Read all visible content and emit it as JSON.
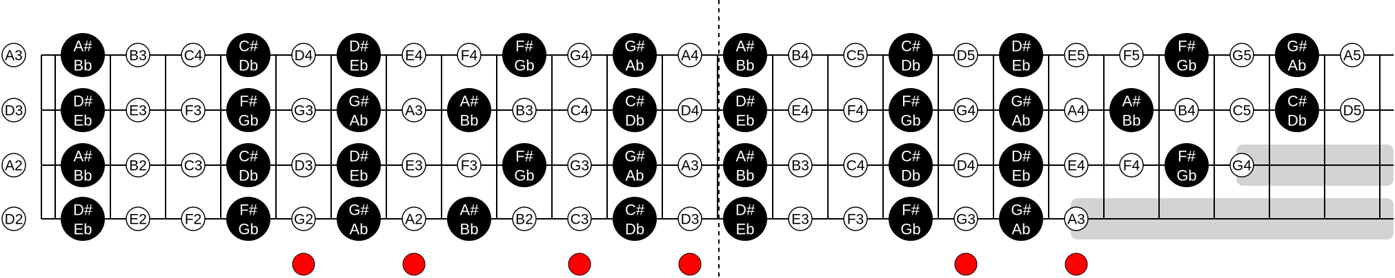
{
  "fretboard": {
    "fret_count": 24,
    "string_count": 4,
    "string_colour": "#000000",
    "fret_colour": "#000000",
    "natural_fill": "#ffffff",
    "sharp_fill": "#000000",
    "marker_colour": "#ff0000",
    "masked_colour": "#d3d3d3",
    "strings": [
      {
        "open_note": "A3",
        "frets": [
          [
            "A#",
            "Bb"
          ],
          "B3",
          "C4",
          [
            "C#",
            "Db"
          ],
          "D4",
          [
            "D#",
            "Eb"
          ],
          "E4",
          "F4",
          [
            "F#",
            "Gb"
          ],
          "G4",
          [
            "G#",
            "Ab"
          ],
          "A4",
          [
            "A#",
            "Bb"
          ],
          "B4",
          "C5",
          [
            "C#",
            "Db"
          ],
          "D5",
          [
            "D#",
            "Eb"
          ],
          "E5",
          "F5",
          [
            "F#",
            "Gb"
          ],
          "G5",
          [
            "G#",
            "Ab"
          ],
          "A5"
        ]
      },
      {
        "open_note": "D3",
        "frets": [
          [
            "D#",
            "Eb"
          ],
          "E3",
          "F3",
          [
            "F#",
            "Gb"
          ],
          "G3",
          [
            "G#",
            "Ab"
          ],
          "A3",
          [
            "A#",
            "Bb"
          ],
          "B3",
          "C4",
          [
            "C#",
            "Db"
          ],
          "D4",
          [
            "D#",
            "Eb"
          ],
          "E4",
          "F4",
          [
            "F#",
            "Gb"
          ],
          "G4",
          [
            "G#",
            "Ab"
          ],
          "A4",
          [
            "A#",
            "Bb"
          ],
          "B4",
          "C5",
          [
            "C#",
            "Db"
          ],
          "D5"
        ]
      },
      {
        "open_note": "A2",
        "frets": [
          [
            "A#",
            "Bb"
          ],
          "B2",
          "C3",
          [
            "C#",
            "Db"
          ],
          "D3",
          [
            "D#",
            "Eb"
          ],
          "E3",
          "F3",
          [
            "F#",
            "Gb"
          ],
          "G3",
          [
            "G#",
            "Ab"
          ],
          "A3",
          [
            "A#",
            "Bb"
          ],
          "B3",
          "C4",
          [
            "C#",
            "Db"
          ],
          "D4",
          [
            "D#",
            "Eb"
          ],
          "E4",
          "F4",
          [
            "F#",
            "Gb"
          ],
          "G4",
          null,
          null
        ]
      },
      {
        "open_note": "D2",
        "frets": [
          [
            "D#",
            "Eb"
          ],
          "E2",
          "F2",
          [
            "F#",
            "Gb"
          ],
          "G2",
          [
            "G#",
            "Ab"
          ],
          "A2",
          [
            "A#",
            "Bb"
          ],
          "B2",
          "C3",
          [
            "C#",
            "Db"
          ],
          "D3",
          [
            "D#",
            "Eb"
          ],
          "E3",
          "F3",
          [
            "F#",
            "Gb"
          ],
          "G3",
          [
            "G#",
            "Ab"
          ],
          "A3",
          null,
          null,
          null,
          null,
          null
        ]
      }
    ],
    "position_markers": [
      5,
      7,
      10,
      12,
      17,
      19
    ],
    "octave_divider_after_fret": 12,
    "masked_regions": [
      {
        "string": 3,
        "from_fret": 23,
        "to_fret": 24
      },
      {
        "string": 4,
        "from_fret": 20,
        "to_fret": 24
      }
    ]
  }
}
